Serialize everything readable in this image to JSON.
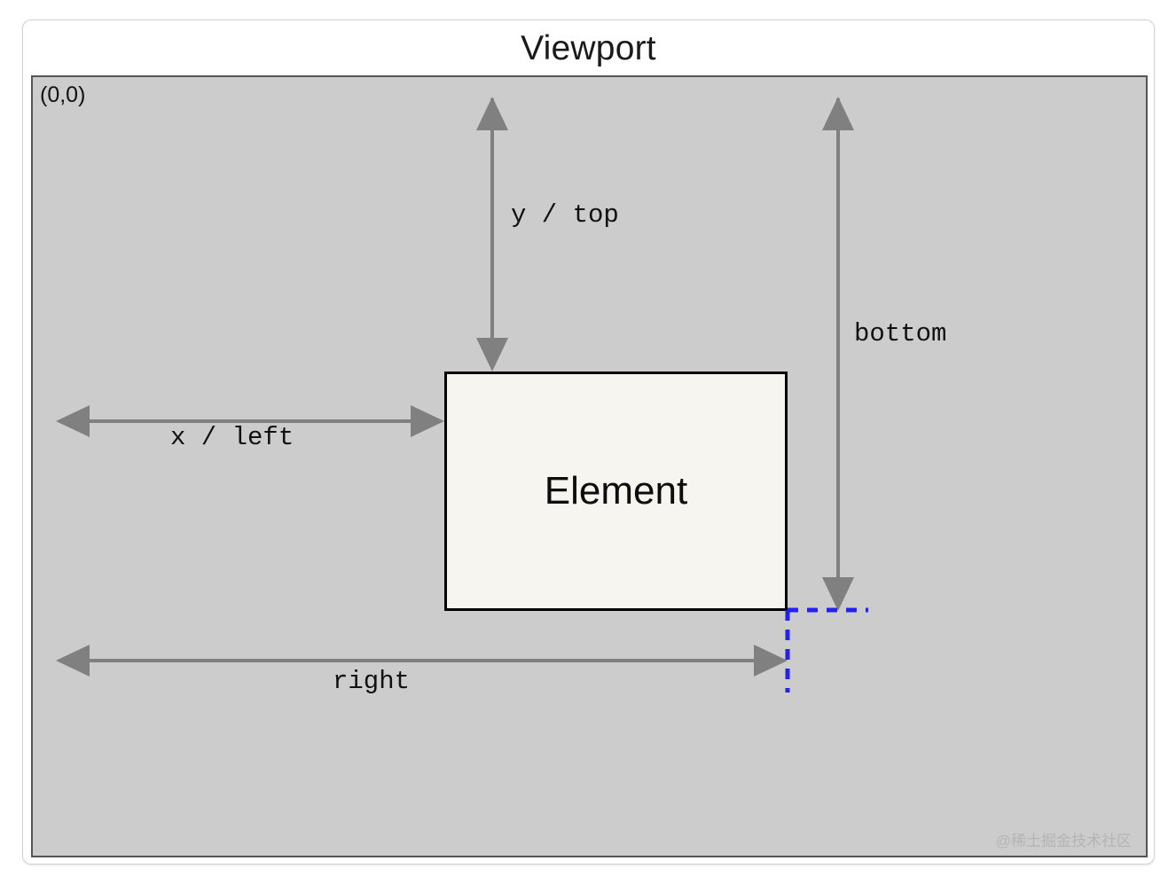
{
  "window": {
    "title": "Viewport"
  },
  "viewport": {
    "origin_label": "(0,0)",
    "background_color": "#cccccc",
    "border_color": "#555555"
  },
  "element": {
    "label": "Element",
    "fill_color": "#f7f5ef",
    "border_color": "#000000"
  },
  "measurements": [
    {
      "key": "y_top",
      "label": "y / top"
    },
    {
      "key": "x_left",
      "label": "x / left"
    },
    {
      "key": "bottom",
      "label": "bottom"
    },
    {
      "key": "right",
      "label": "right"
    }
  ],
  "labels": {
    "y_top": "y / top",
    "x_left": "x / left",
    "bottom": "bottom",
    "right": "right"
  },
  "guides": {
    "dash_color": "#2222ee",
    "arrow_color": "#808080"
  },
  "watermark": {
    "text": "@稀土掘金技术社区"
  }
}
